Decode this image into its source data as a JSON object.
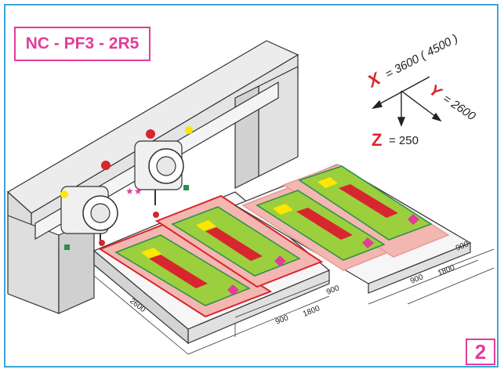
{
  "model_label": "NC - PF3 - 2R5",
  "page_number": "2",
  "axes": {
    "x": {
      "letter": "X",
      "value": "= 3600 ( 4500 )"
    },
    "y": {
      "letter": "Y",
      "value": "= 2600"
    },
    "z": {
      "letter": "Z",
      "value": "= 250"
    }
  },
  "dimensions": {
    "table_length": "2600",
    "front_table": [
      "900",
      "1800"
    ],
    "right_table_side": "900",
    "rear_table": [
      "900",
      "1800"
    ],
    "rear_table_side": "900"
  },
  "colors": {
    "frame": "#3aa6d8",
    "label": "#e33c9a",
    "axis_text": "#d8262e",
    "panel_pink": "#f3b6b0",
    "workpiece_green": "#9bcf3e",
    "part_red": "#d8262e",
    "marker_yellow": "#ffe600",
    "marker_magenta": "#e33c9a"
  }
}
